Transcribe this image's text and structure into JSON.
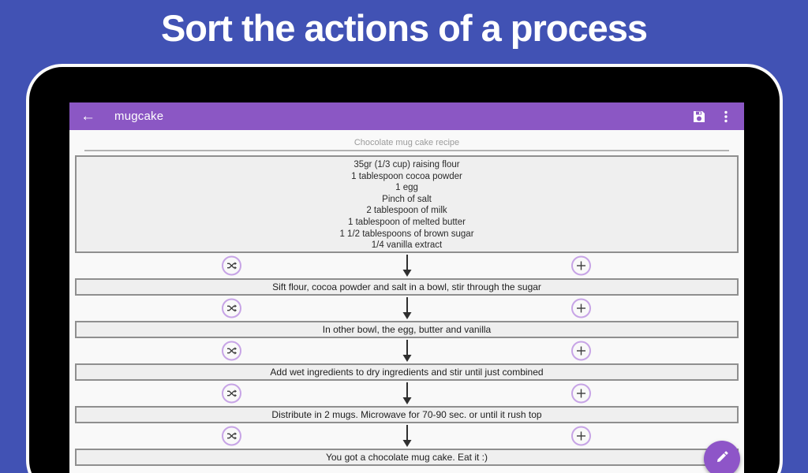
{
  "page": {
    "title": "Sort the actions of a process"
  },
  "appbar": {
    "back_icon": "arrow-left",
    "title": "mugcake",
    "save_icon": "floppy-disk",
    "overflow_icon": "vertical-dots"
  },
  "sheet": {
    "header": "Chocolate mug cake recipe"
  },
  "ingredients": {
    "lines": [
      "35gr (1/3 cup) raising flour",
      "1 tablespoon cocoa powder",
      "1 egg",
      "Pinch of salt",
      "2 tablespoon of milk",
      "1 tablespoon of melted butter",
      "1 1/2 tablespoons of brown sugar",
      "1/4 vanilla extract"
    ]
  },
  "steps": [
    "Sift flour, cocoa powder and salt in a bowl, stir through the sugar",
    "In other bowl, the egg, butter and vanilla",
    "Add wet ingredients to dry ingredients and stir until just combined",
    "Distribute in 2 mugs. Microwave for 70-90 sec. or until it rush top",
    "You got a chocolate mug cake. Eat it :)"
  ],
  "icons": {
    "between_steps": [
      "shuffle",
      "arrow-down",
      "add"
    ],
    "fab": "pencil-edit"
  },
  "colors": {
    "background_blue": "#4152b4",
    "appbar_purple": "#8b57c4",
    "fab_purple": "#8e55c8",
    "icon_circle_border": "#c7a4e6",
    "bar_fill": "#efefef",
    "bar_border": "#8f8f8f",
    "title_text": "#ffffff",
    "muted_text": "#9a9a9a"
  }
}
